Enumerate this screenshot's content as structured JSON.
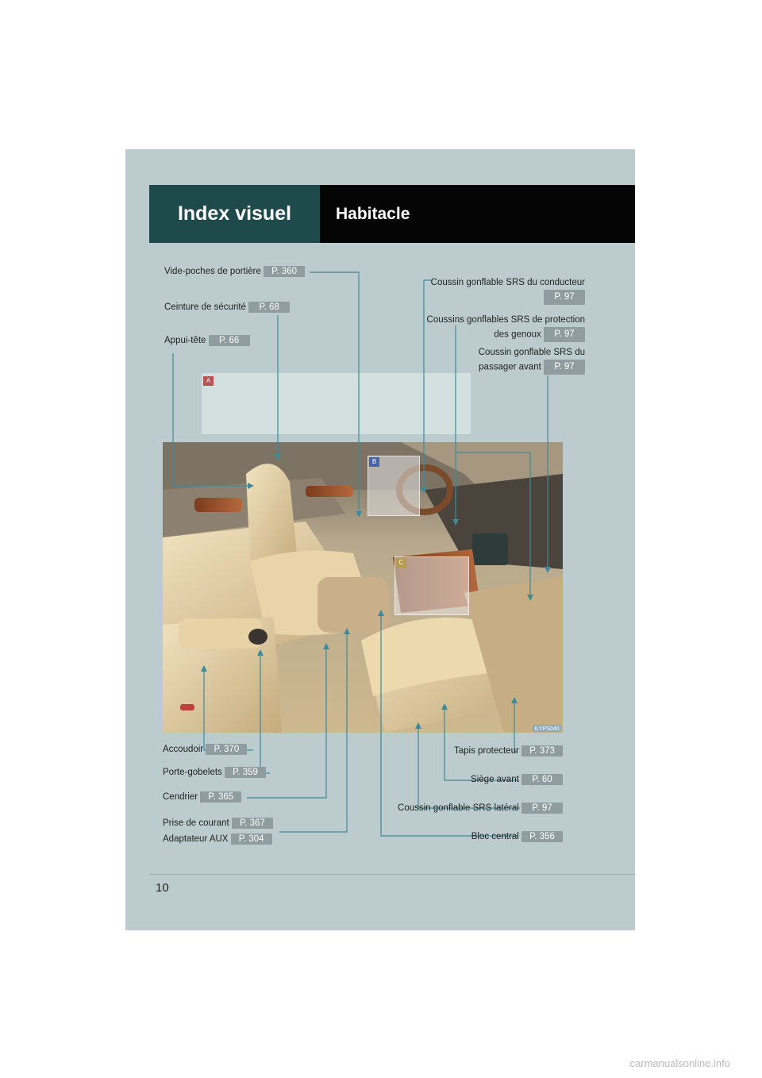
{
  "header": {
    "section": "Index visuel",
    "title": "Habitacle"
  },
  "badges": {
    "a": "A",
    "b": "B",
    "c": "C"
  },
  "image_code": "ILYPS040",
  "callouts": {
    "vide_poches": {
      "label": "Vide-poches de portière",
      "page": "P. 360"
    },
    "ceinture": {
      "label": "Ceinture de sécurité",
      "page": "P. 68"
    },
    "appui_tete": {
      "label": "Appui-tête",
      "page": "P. 66"
    },
    "airbag_conducteur": {
      "label": "Coussin gonflable SRS du conducteur",
      "page": "P. 97"
    },
    "airbag_genoux": {
      "label_l1": "Coussins gonflables SRS de protection",
      "label_l2": "des genoux",
      "page": "P. 97"
    },
    "airbag_passager": {
      "label_l1": "Coussin gonflable SRS du",
      "label_l2": "passager avant",
      "page": "P. 97"
    },
    "accoudoir": {
      "label": "Accoudoir",
      "page": "P. 370"
    },
    "porte_gobelets": {
      "label": "Porte-gobelets",
      "page": "P. 359"
    },
    "cendrier": {
      "label": "Cendrier",
      "page": "P. 365"
    },
    "prise": {
      "label": "Prise de courant",
      "page": "P. 367"
    },
    "adaptateur": {
      "label": "Adaptateur AUX",
      "page": "P. 304"
    },
    "tapis": {
      "label": "Tapis protecteur",
      "page": "P. 373"
    },
    "siege": {
      "label": "Siège avant",
      "page": "P. 60"
    },
    "airbag_lateral": {
      "label": "Coussin gonflable SRS latéral",
      "page": "P. 97"
    },
    "bloc": {
      "label": "Bloc central",
      "page": "P. 356"
    }
  },
  "page_number": "10",
  "footer": "carmanualsonline.info",
  "colors": {
    "panel": "#bccbcd",
    "header_dark": "#1f4a4c",
    "header_black": "#050505",
    "pill": "#8f9da0",
    "leader": "#3f8a9a",
    "badge_a": "#b65353",
    "badge_b": "#4a63a8",
    "badge_c": "#b79a4a"
  }
}
